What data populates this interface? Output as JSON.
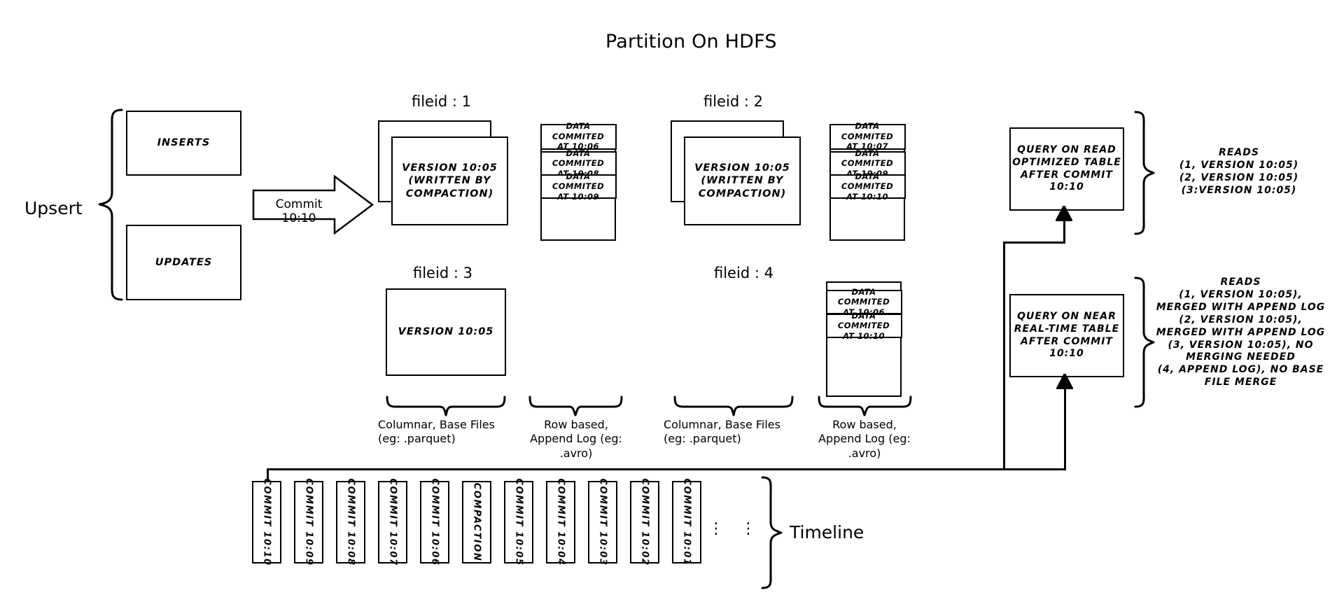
{
  "diagram": {
    "title": "Partition On HDFS",
    "upsert_label": "Upsert",
    "inserts_label": "INSERTS",
    "updates_label": "UPDATES",
    "commit_arrow_label": "Commit 10:10",
    "timeline_label": "Timeline",
    "ellipsis": "⋮"
  },
  "file_groups": [
    {
      "id": "fileid-1",
      "heading": "fileid : 1",
      "base_file": "VERSION 10:05\n(WRITTEN BY\nCOMPACTION)",
      "base_stacked": true,
      "log_entries": [
        "DATA COMMITED\nAT 10:06",
        "DATA COMMITED\nAT 10:08",
        "DATA COMMITED\nAT 10:09"
      ]
    },
    {
      "id": "fileid-2",
      "heading": "fileid : 2",
      "base_file": "VERSION 10:05\n(WRITTEN BY\nCOMPACTION)",
      "base_stacked": true,
      "log_entries": [
        "DATA COMMITED\nAT 10:07",
        "DATA COMMITED\nAT 10:09",
        "DATA COMMITED\nAT 10:10"
      ]
    },
    {
      "id": "fileid-3",
      "heading": "fileid : 3",
      "base_file": "VERSION 10:05",
      "base_stacked": false,
      "log_entries": []
    },
    {
      "id": "fileid-4",
      "heading": "fileid : 4",
      "base_file": "",
      "base_stacked": false,
      "log_entries": [
        "DATA COMMITED\nAT 10:06",
        "DATA COMMITED\nAT 10:10"
      ]
    }
  ],
  "brace_captions": {
    "base_files_left": "Columnar, Base Files\n(eg: .parquet)",
    "append_log_left": "Row based,\nAppend Log  (eg:\n.avro)",
    "base_files_right": "Columnar, Base Files\n(eg: .parquet)",
    "append_log_right": "Row based,\nAppend Log  (eg:\n.avro)"
  },
  "queries": [
    {
      "id": "read-optimized",
      "box_text": "QUERY ON READ\nOPTIMIZED TABLE\nAFTER COMMIT\n10:10",
      "reads_text": "READS\n(1, VERSION 10:05)\n(2, VERSION 10:05)\n(3:VERSION 10:05)"
    },
    {
      "id": "near-real-time",
      "box_text": "QUERY ON NEAR\nREAL-TIME TABLE\nAFTER COMMIT\n10:10",
      "reads_text": "READS\n(1, VERSION 10:05),\nMERGED WITH APPEND LOG\n(2, VERSION 10:05),\nMERGED WITH APPEND LOG\n(3, VERSION 10:05), NO\nMERGING NEEDED\n(4, APPEND LOG), NO BASE\nFILE MERGE"
    }
  ],
  "timeline": {
    "chips": [
      "COMMIT  10:10",
      "COMMIT  10:09",
      "COMMIT  10:08",
      "COMMIT  10:07",
      "COMMIT  10:06",
      "COMPACTION",
      "COMMIT  10:05",
      "COMMIT  10:04",
      "COMMIT  10:03",
      "COMMIT  10:02",
      "COMMIT  10:01"
    ]
  },
  "colors": {
    "stroke": "#000000",
    "background": "#ffffff"
  }
}
